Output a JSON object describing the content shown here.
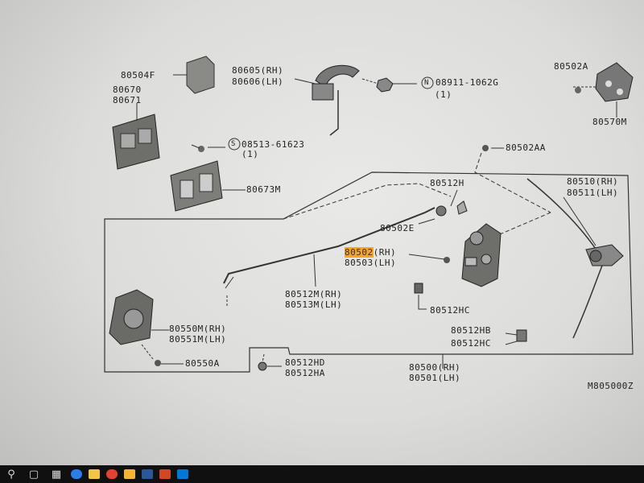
{
  "parts": {
    "p80504F": "80504F",
    "p80670": "80670",
    "p80671": "80671",
    "p80605": "80605(RH)",
    "p80606": "80606(LH)",
    "p08911": "08911-1062G",
    "p08911_qty": "(1)",
    "p80502A": "80502A",
    "p80570M": "80570M",
    "p08513": "08513-61623",
    "p08513_qty": "(1)",
    "p80502AA": "80502AA",
    "p80673M": "80673M",
    "p80512H": "80512H",
    "p80510": "80510(RH)",
    "p80511": "80511(LH)",
    "p80502E": "80502E",
    "p80502_num": "80502",
    "p80502_side": "(RH)",
    "p80503": "80503(LH)",
    "p80512M": "80512M(RH)",
    "p80513M": "80513M(LH)",
    "p80512HC": "80512HC",
    "p80550M": "80550M(RH)",
    "p80551M": "80551M(LH)",
    "p80512HB": "80512HB",
    "p80512HC2": "80512HC",
    "p80550A": "80550A",
    "p80512HD": "80512HD",
    "p80512HA": "80512HA",
    "p80500": "80500(RH)",
    "p80501": "80501(LH)",
    "code": "M805000Z"
  },
  "circled_marks": {
    "N": "N",
    "S": "S"
  },
  "highlight_color": "#f5a623",
  "taskbar": {
    "icons": [
      "search-icon",
      "task-view-icon",
      "windows-icon",
      "edge-icon",
      "store-icon",
      "chrome-icon",
      "file-explorer-icon",
      "word-icon",
      "powerpoint-icon",
      "mail-icon"
    ]
  }
}
